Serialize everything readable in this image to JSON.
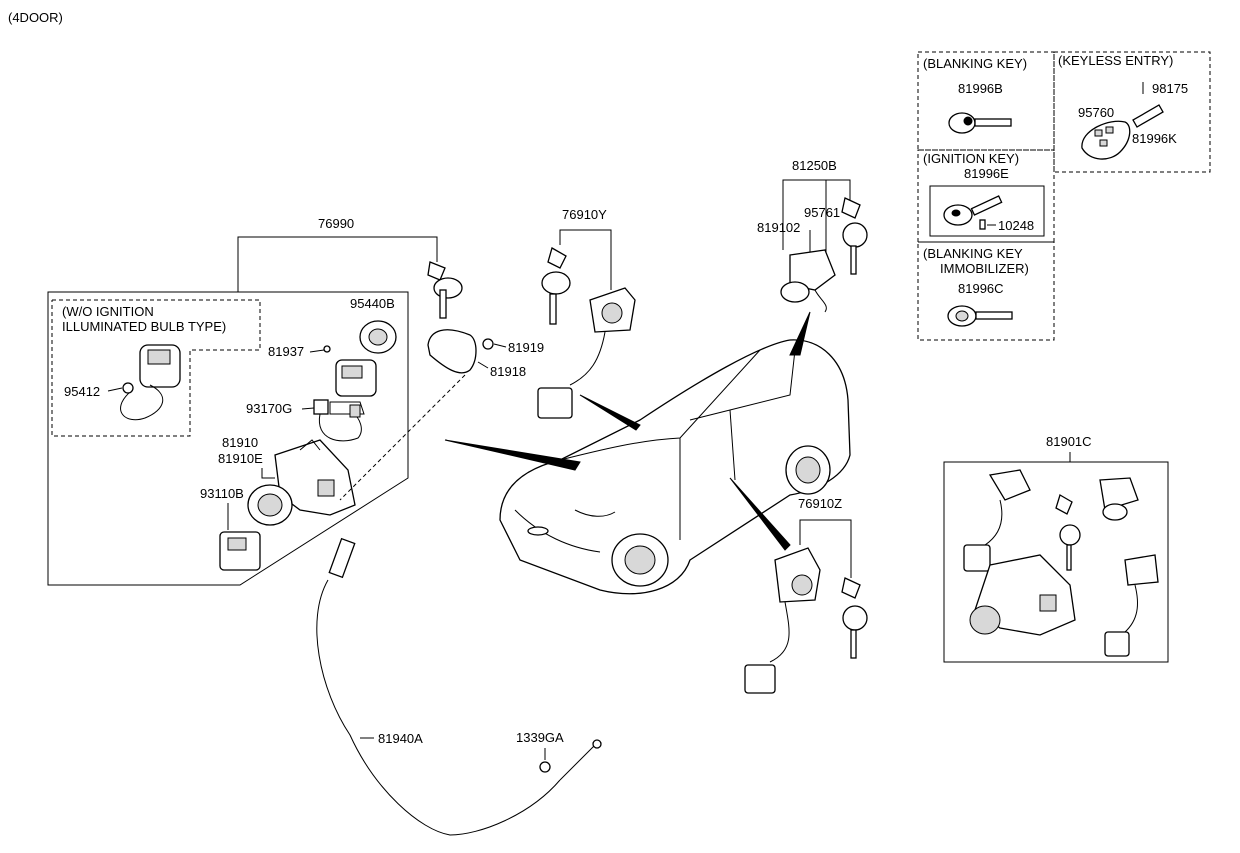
{
  "header": {
    "variant": "(4DOOR)"
  },
  "labels": {
    "p76990": "76990",
    "wo_line1": "(W/O IGNITION",
    "wo_line2": "ILLUMINATED BULB TYPE)",
    "p95440B": "95440B",
    "p81937": "81937",
    "p95412": "95412",
    "p93170G": "93170G",
    "p81910": "81910",
    "p81910E": "81910E",
    "p93110B": "93110B",
    "p81919": "81919",
    "p81918": "81918",
    "p76910Y": "76910Y",
    "p81250B": "81250B",
    "p819102": "819102",
    "p95761": "95761",
    "p76910Z": "76910Z",
    "p81901C": "81901C",
    "p81940A": "81940A",
    "p1339GA": "1339GA",
    "blanking_key": "(BLANKING KEY)",
    "p81996B": "81996B",
    "keyless_entry": "(KEYLESS ENTRY)",
    "p98175": "98175",
    "p95760": "95760",
    "p81996K": "81996K",
    "ignition_key": "(IGNITION KEY)",
    "p81996E": "81996E",
    "p10248": "10248",
    "blanking_imm_1": "(BLANKING KEY",
    "blanking_imm_2": "IMMOBILIZER)",
    "p81996C": "81996C"
  }
}
